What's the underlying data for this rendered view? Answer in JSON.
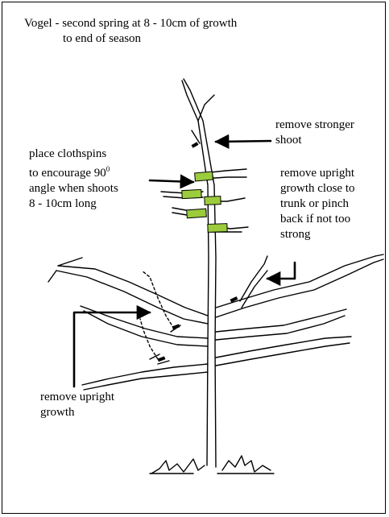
{
  "title": {
    "line1": "Vogel - second spring at 8 - 10cm of growth",
    "line2": "to end of season"
  },
  "labels": {
    "stronger_shoot": [
      "remove stronger",
      "shoot"
    ],
    "clothespins": [
      "place clothspins",
      "to encourage 90",
      "angle when shoots",
      "8 - 10cm long"
    ],
    "clothespins_degree": "0",
    "upright_trunk": [
      "remove upright",
      "growth close to",
      "trunk or pinch",
      "back if not too",
      "strong"
    ],
    "upright_growth": [
      "remove upright",
      "growth"
    ]
  },
  "colors": {
    "clothespin": "#9ccc3c",
    "ink": "#000000"
  }
}
